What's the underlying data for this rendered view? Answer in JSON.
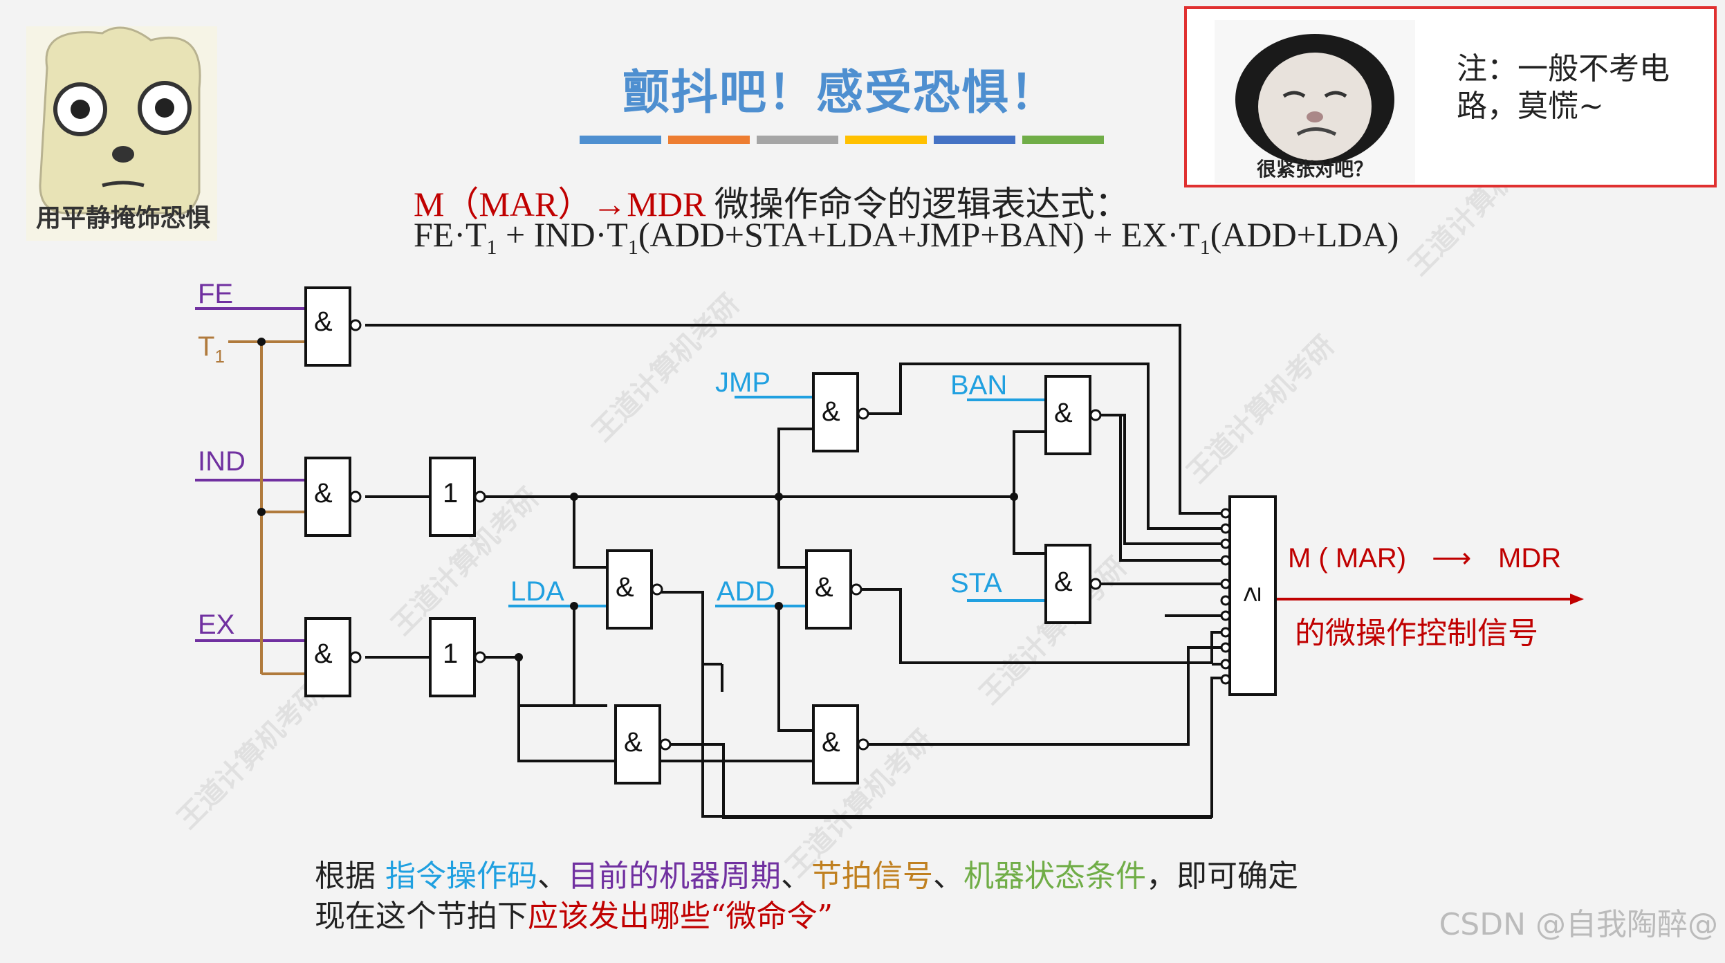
{
  "title": "颤抖吧！感受恐惧！",
  "color_bars": [
    "#4e8fd0",
    "#ed7d31",
    "#a5a5a5",
    "#ffc000",
    "#4472c4",
    "#70ad47"
  ],
  "formula": {
    "line1_red": "M（MAR）→MDR",
    "line1_rest": " 微操作命令的逻辑表达式：",
    "line2_parts": [
      "FE·T",
      "1",
      " + IND·T",
      "1",
      "(ADD+STA+LDA+JMP+BAN) + EX·T",
      "1",
      "(ADD+LDA)"
    ]
  },
  "meme_left": {
    "caption": "用平静掩饰恐惧"
  },
  "note_box": {
    "meme_caption": "很紧张对吧？",
    "text": "注：一般不考电路，莫慌~"
  },
  "circuit": {
    "inputs": {
      "fe": "FE",
      "t1": "T",
      "t1_sub": "1",
      "ind": "IND",
      "ex": "EX",
      "jmp": "JMP",
      "ban": "BAN",
      "lda": "LDA",
      "add": "ADD",
      "sta": "STA"
    },
    "and_symbol": "&",
    "not_symbol": "1",
    "or_symbol": "≥",
    "output_label": "M ( MAR)",
    "output_arrow": "⟶",
    "output_mdr": "MDR",
    "output_desc": "的微操作控制信号",
    "colors": {
      "purple": "#7030a0",
      "brown": "#b07a3c",
      "blue": "#20a0e0",
      "red": "#c00000"
    }
  },
  "bottom": {
    "prefix": "根据 ",
    "opcode": "指令操作码",
    "sep1": "、",
    "cycle": "目前的机器周期",
    "sep2": "、",
    "beat": "节拍信号",
    "sep3": "、",
    "state": "机器状态条件",
    "suffix": "，即可确定",
    "line2_prefix": "现在这个节拍下",
    "line2_red": "应该发出哪些“微命令”"
  },
  "watermark": "CSDN @自我陶醉@"
}
